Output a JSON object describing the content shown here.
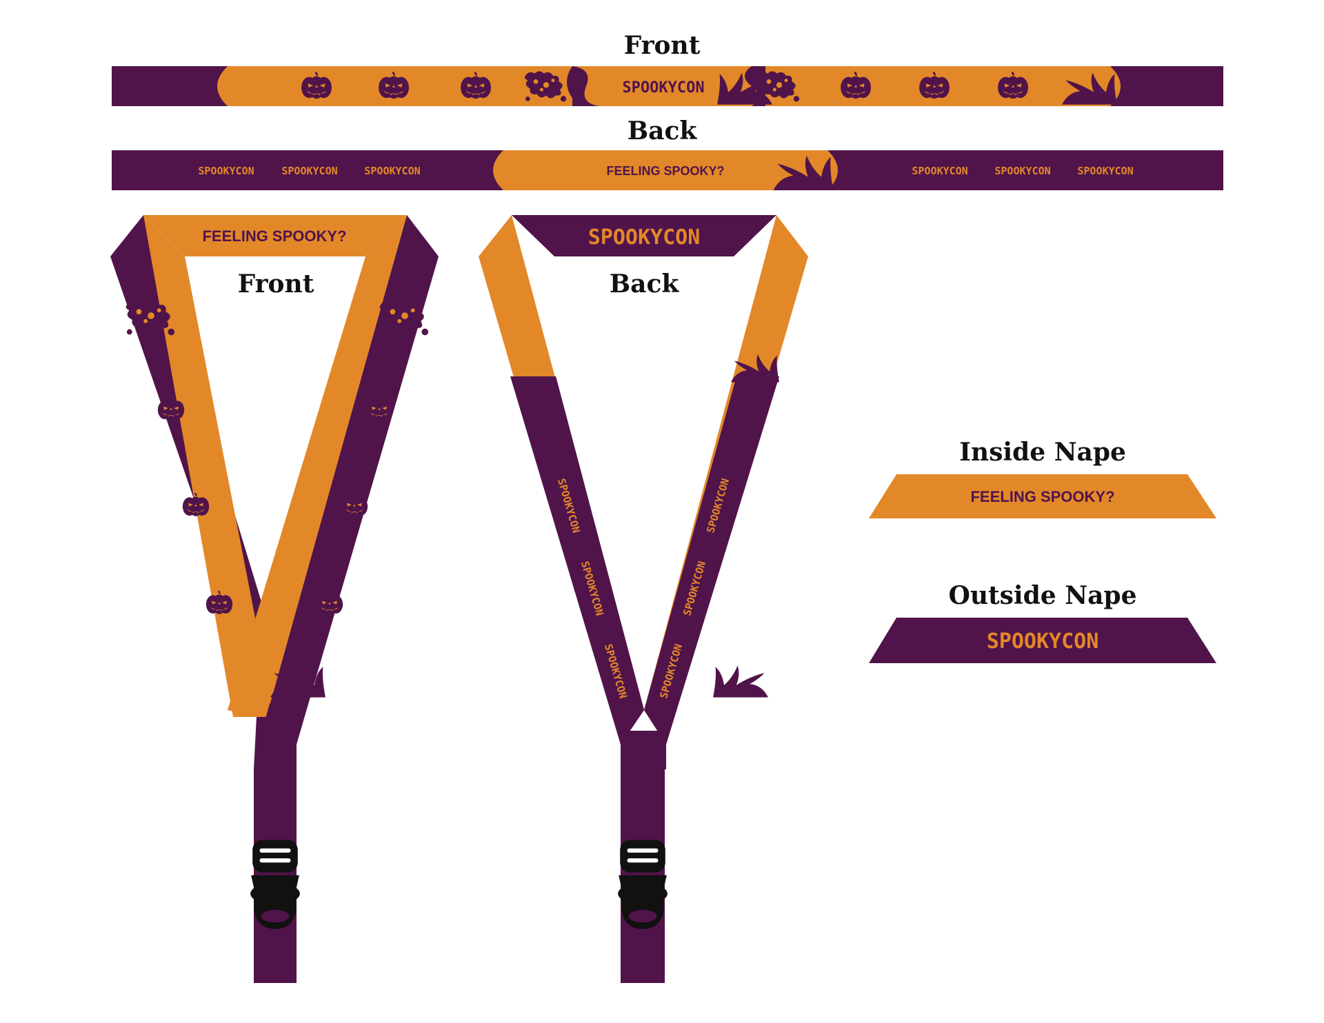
{
  "headings": {
    "strap_front": "Front",
    "strap_back": "Back",
    "lanyard_front": "Front",
    "lanyard_back": "Back",
    "inside_nape": "Inside Nape",
    "outside_nape": "Outside Nape"
  },
  "brand": "SPOOKYCON",
  "slogan": "FEELING SPOOKY?",
  "colors": {
    "purple": "#50144a",
    "orange": "#e38829",
    "buckle": "#111111",
    "white": "#ffffff"
  },
  "icons": {
    "pumpkin": "jack-o-lantern-icon",
    "flame": "flame-icon",
    "splatter": "goo-splatter-icon",
    "buckle": "buckle-icon"
  }
}
